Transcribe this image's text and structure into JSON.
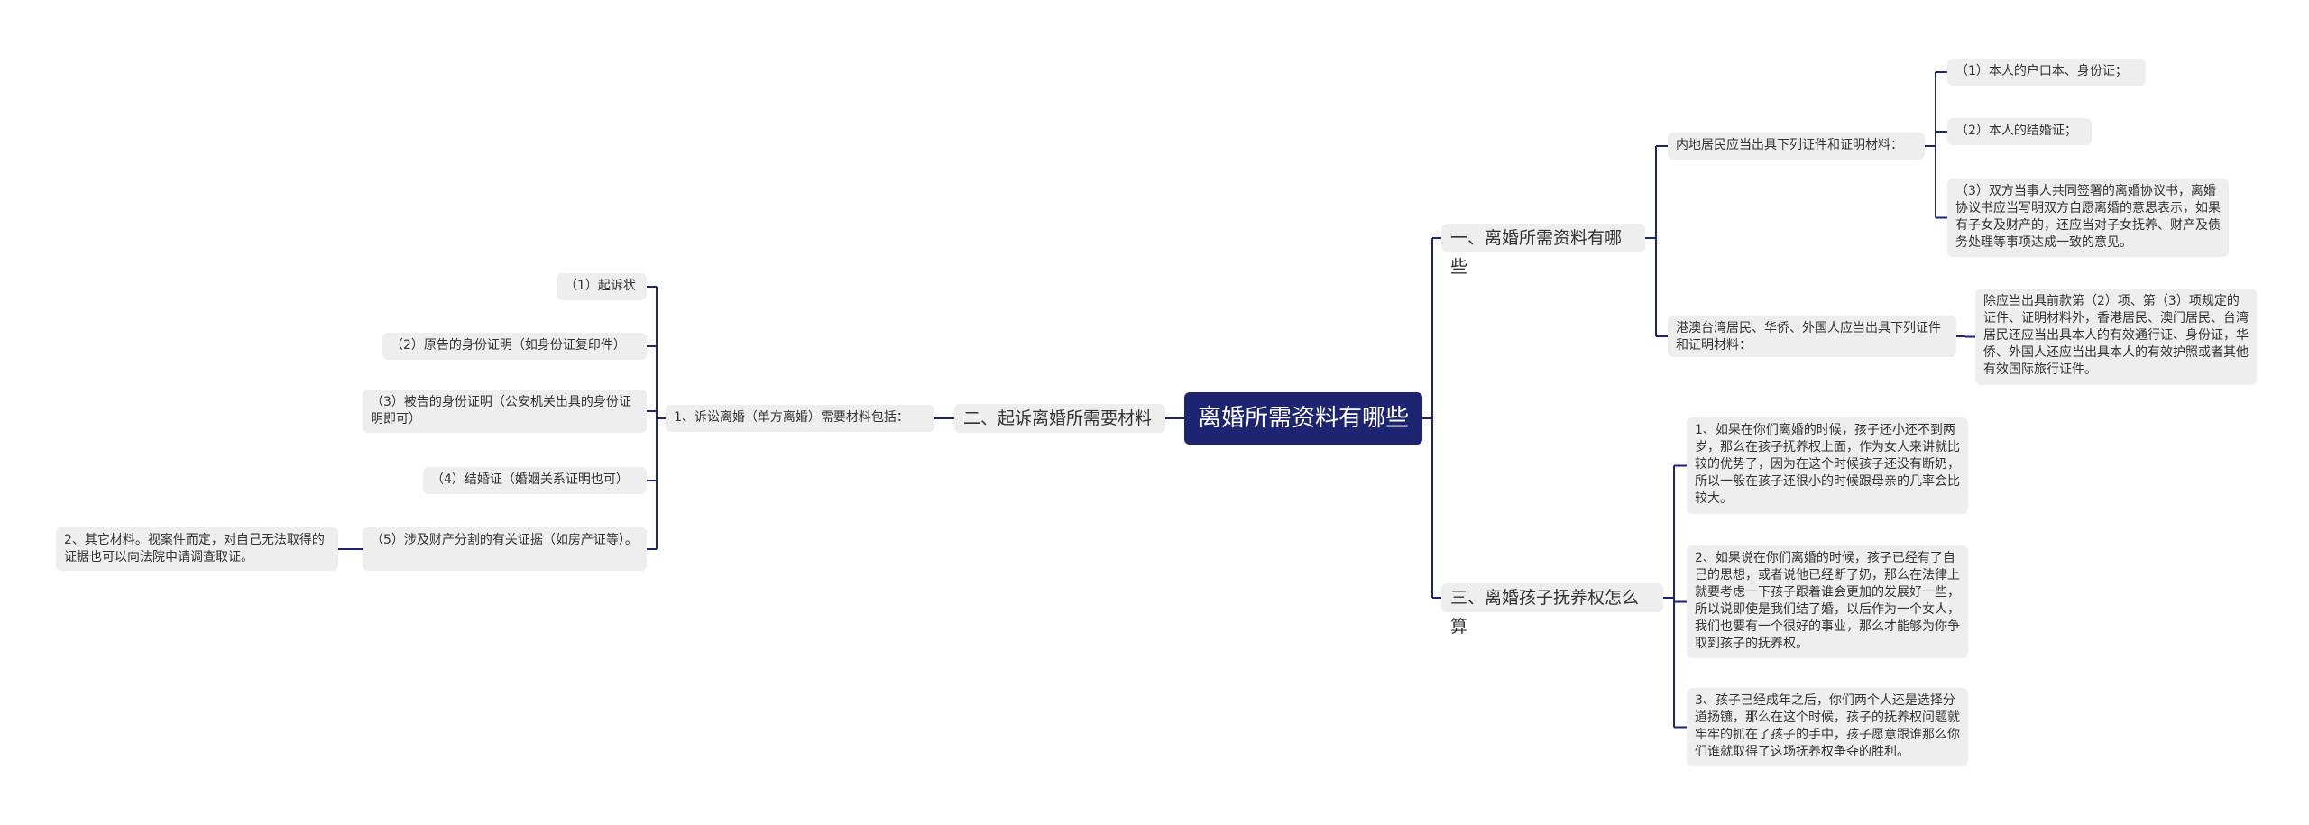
{
  "root": "离婚所需资料有哪些",
  "sec1": {
    "title": "一、离婚所需资料有哪些",
    "mainland": {
      "label": "内地居民应当出具下列证件和证明材料：",
      "items": [
        "（1）本人的户口本、身份证；",
        "（2）本人的结婚证；",
        "（3）双方当事人共同签署的离婚协议书，离婚协议书应当写明双方自愿离婚的意思表示，如果有子女及财产的，还应当对子女抚养、财产及债务处理等事项达成一致的意见。"
      ]
    },
    "hk": {
      "label": "港澳台湾居民、华侨、外国人应当出具下列证件和证明材料：",
      "detail": "除应当出具前款第（2）项、第（3）项规定的证件、证明材料外，香港居民、澳门居民、台湾居民还应当出具本人的有效通行证、身份证，华侨、外国人还应当出具本人的有效护照或者其他有效国际旅行证件。"
    }
  },
  "sec2": {
    "title": "二、起诉离婚所需要材料",
    "group": {
      "label": "1、诉讼离婚（单方离婚）需要材料包括：",
      "items": [
        "（1）起诉状",
        "（2）原告的身份证明（如身份证复印件）",
        "（3）被告的身份证明（公安机关出具的身份证明即可）",
        "（4）结婚证（婚姻关系证明也可）",
        "（5）涉及财产分割的有关证据（如房产证等）。"
      ]
    },
    "other": "2、其它材料。视案件而定，对自己无法取得的证据也可以向法院申请调查取证。"
  },
  "sec3": {
    "title": "三、离婚孩子抚养权怎么算",
    "items": [
      "1、如果在你们离婚的时候，孩子还小还不到两岁，那么在孩子抚养权上面，作为女人来讲就比较的优势了，因为在这个时候孩子还没有断奶，所以一般在孩子还很小的时候跟母亲的几率会比较大。",
      "2、如果说在你们离婚的时候，孩子已经有了自己的思想，或者说他已经断了奶，那么在法律上就要考虑一下孩子跟着谁会更加的发展好一些，所以说即使是我们结了婚，以后作为一个女人，我们也要有一个很好的事业，那么才能够为你争取到孩子的抚养权。",
      "3、孩子已经成年之后，你们两个人还是选择分道扬镳，那么在这个时候，孩子的抚养权问题就牢牢的抓在了孩子的手中，孩子愿意跟谁那么你们谁就取得了这场抚养权争夺的胜利。"
    ]
  },
  "colors": {
    "root_bg": "#1d2470",
    "link": "#1d2470",
    "node_bg": "#eeeeee"
  }
}
